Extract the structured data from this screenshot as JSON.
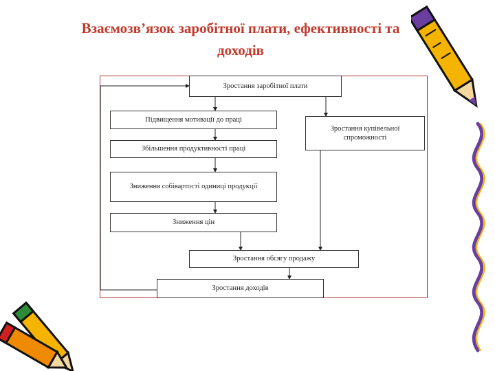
{
  "title": {
    "line1": "Взаємозв’язок заробітної плати, ефективності та",
    "line2": "доходів"
  },
  "diagram": {
    "boxes": {
      "wage_growth": "Зростання заробітної плати",
      "motivation": "Підвищення мотивації до праці",
      "productivity": "Збільшення продуктивності праці",
      "cost_reduction": "Зниження собівартості одиниці продукції",
      "price_reduction": "Зниження цін",
      "purchasing_power": "Зростання купівельної спроможності",
      "sales_growth": "Зростання обсягу продажу",
      "income_growth": "Зростання доходів"
    }
  },
  "decorations": {
    "pencil_icons": [
      "pencil-top-right-icon",
      "pencils-bottom-left-icon",
      "squiggle-right-icon"
    ]
  }
}
